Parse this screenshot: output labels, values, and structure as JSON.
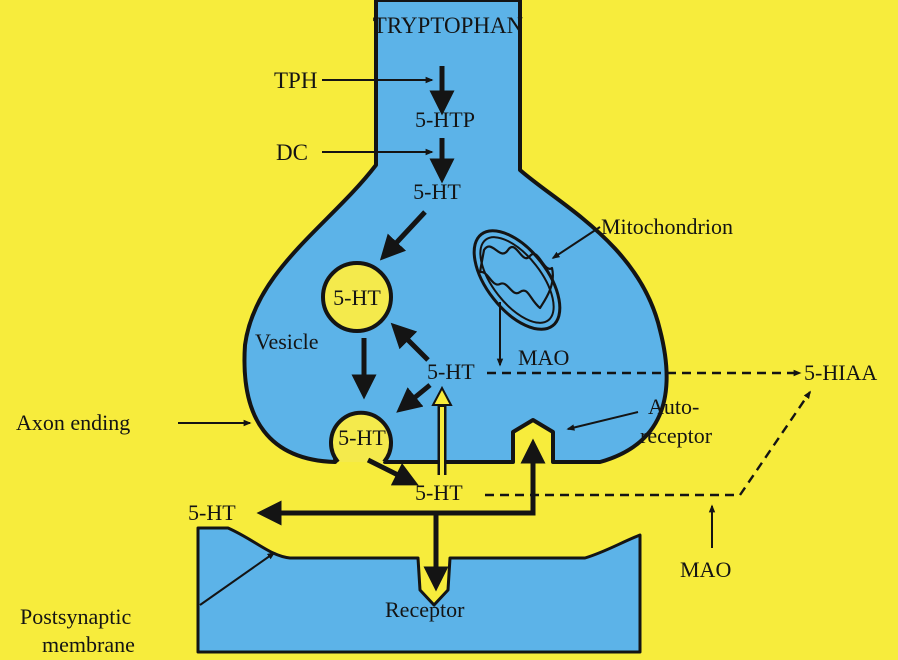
{
  "colors": {
    "background": "#f7ec3c",
    "cytoplasm": "#5cb3e8",
    "vesicle": "#f4ea4c",
    "ink": "#141414"
  },
  "labels": {
    "precursor": "TRYPTOPHAN",
    "enzyme_tph": "TPH",
    "intermediate": "5-HTP",
    "enzyme_dc": "DC",
    "serotonin_synth": "5-HT",
    "vesicle_content_top": "5-HT",
    "vesicle_name": "Vesicle",
    "mitochondrion": "Mitochondrion",
    "mao_internal": "MAO",
    "serotonin_cytoplasm": "5-HT",
    "metabolite": "5-HIAA",
    "axon_ending": "Axon ending",
    "vesicle_content_fusing": "5-HT",
    "autoreceptor_line1": "Auto-",
    "autoreceptor_line2": "receptor",
    "serotonin_cleft": "5-HT",
    "serotonin_diffusing": "5-HT",
    "mao_external": "MAO",
    "receptor": "Receptor",
    "postsynaptic_line1": "Postsynaptic",
    "postsynaptic_line2": "membrane"
  }
}
